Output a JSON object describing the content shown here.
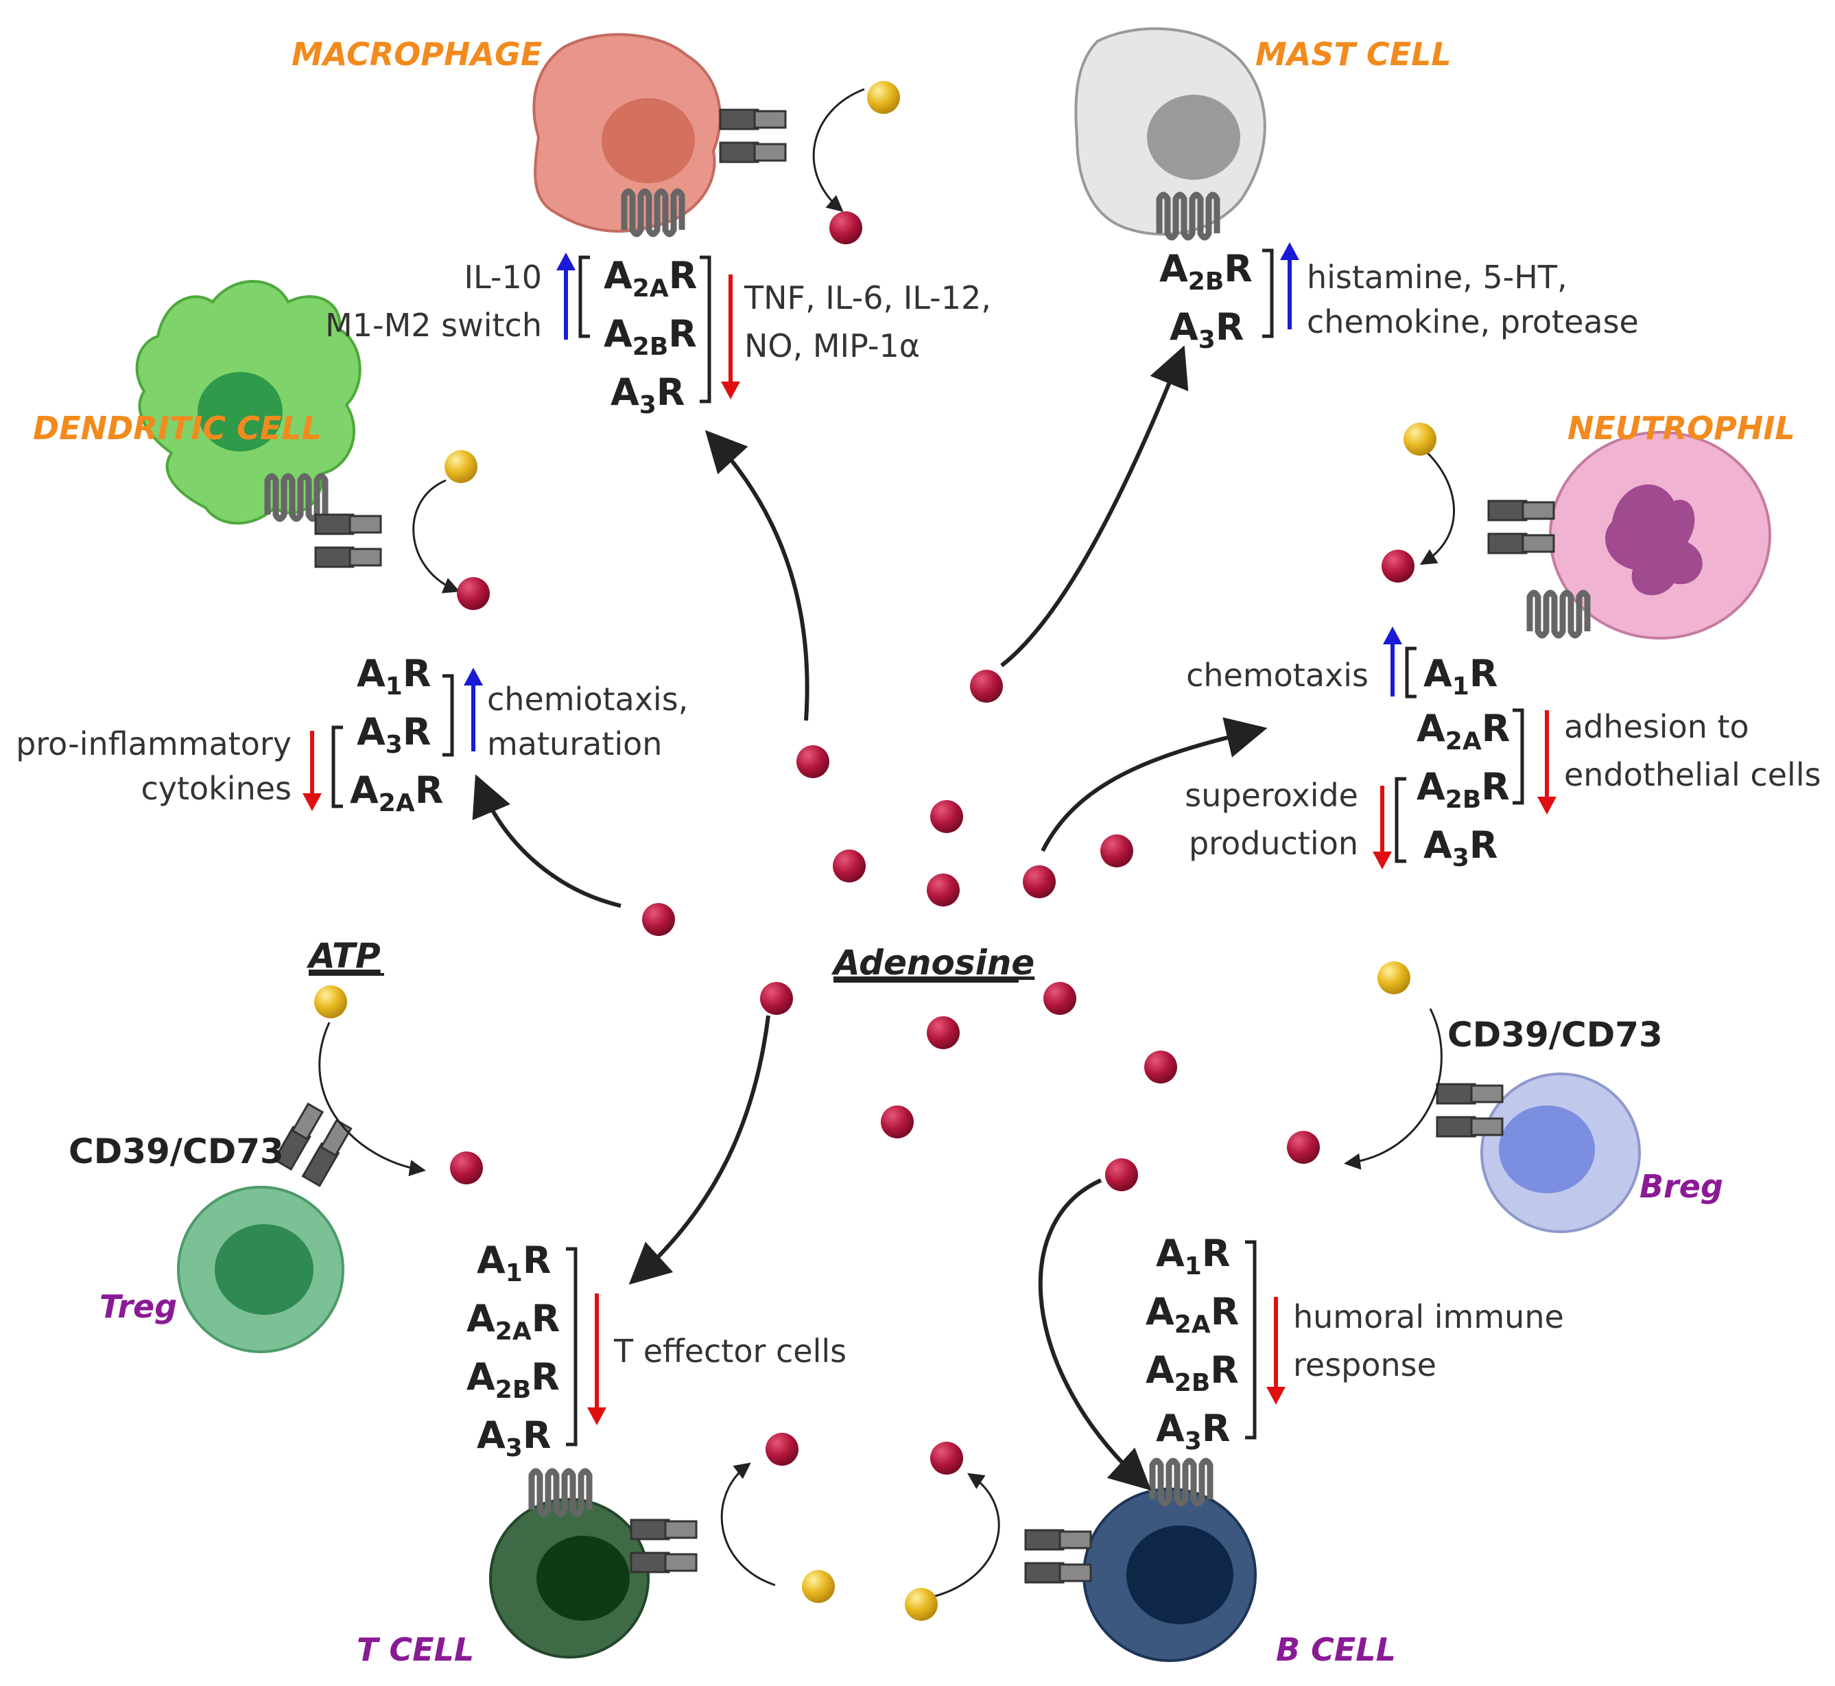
{
  "center": {
    "adenosine": "Adenosine",
    "atp": "ATP"
  },
  "macrophage": {
    "title": "MACROPHAGE",
    "up_effects": [
      "IL-10",
      "M1-M2 switch"
    ],
    "receptors": [
      {
        "base": "A",
        "sub": "2A",
        "suffix": "R"
      },
      {
        "base": "A",
        "sub": "2B",
        "suffix": "R"
      },
      {
        "base": "A",
        "sub": "3",
        "suffix": "R"
      }
    ],
    "down_effects": [
      "TNF, IL-6, IL-12,",
      "NO, MIP-1α"
    ]
  },
  "mast_cell": {
    "title": "MAST CELL",
    "receptors": [
      {
        "base": "A",
        "sub": "2B",
        "suffix": "R"
      },
      {
        "base": "A",
        "sub": "3",
        "suffix": "R"
      }
    ],
    "up_effects": [
      "histamine, 5-HT,",
      "chemokine, protease"
    ]
  },
  "dendritic_cell": {
    "title": "DENDRITIC CELL",
    "receptors": [
      {
        "base": "A",
        "sub": "1",
        "suffix": "R"
      },
      {
        "base": "A",
        "sub": "3",
        "suffix": "R"
      },
      {
        "base": "A",
        "sub": "2A",
        "suffix": "R"
      }
    ],
    "up_effects": [
      "chemiotaxis,",
      "maturation"
    ],
    "down_effects": [
      "pro-inflammatory",
      "cytokines"
    ]
  },
  "neutrophil": {
    "title": "NEUTROPHIL",
    "up_effect": "chemotaxis",
    "receptors": [
      {
        "base": "A",
        "sub": "1",
        "suffix": "R"
      },
      {
        "base": "A",
        "sub": "2A",
        "suffix": "R"
      },
      {
        "base": "A",
        "sub": "2B",
        "suffix": "R"
      },
      {
        "base": "A",
        "sub": "3",
        "suffix": "R"
      }
    ],
    "down_effects_right": [
      "adhesion to",
      "endothelial cells"
    ],
    "down_effects_left": [
      "superoxide",
      "production"
    ]
  },
  "treg": {
    "title": "Treg",
    "enzyme": "CD39/CD73"
  },
  "breg": {
    "title": "Breg",
    "enzyme": "CD39/CD73"
  },
  "t_cell": {
    "title": "T CELL",
    "receptors": [
      {
        "base": "A",
        "sub": "1",
        "suffix": "R"
      },
      {
        "base": "A",
        "sub": "2A",
        "suffix": "R"
      },
      {
        "base": "A",
        "sub": "2B",
        "suffix": "R"
      },
      {
        "base": "A",
        "sub": "3",
        "suffix": "R"
      }
    ],
    "down_effect": "T effector cells"
  },
  "b_cell": {
    "title": "B CELL",
    "receptors": [
      {
        "base": "A",
        "sub": "1",
        "suffix": "R"
      },
      {
        "base": "A",
        "sub": "2A",
        "suffix": "R"
      },
      {
        "base": "A",
        "sub": "2B",
        "suffix": "R"
      },
      {
        "base": "A",
        "sub": "3",
        "suffix": "R"
      }
    ],
    "down_effects": [
      "humoral immune",
      "response"
    ]
  },
  "colors": {
    "adenosine_dot": "#b0153a",
    "atp_dot": "#e8b820",
    "up_arrow": "#1a1ad8",
    "down_arrow": "#e01010",
    "title_orange": "#f28a1e",
    "title_purple": "#8a1a96"
  }
}
